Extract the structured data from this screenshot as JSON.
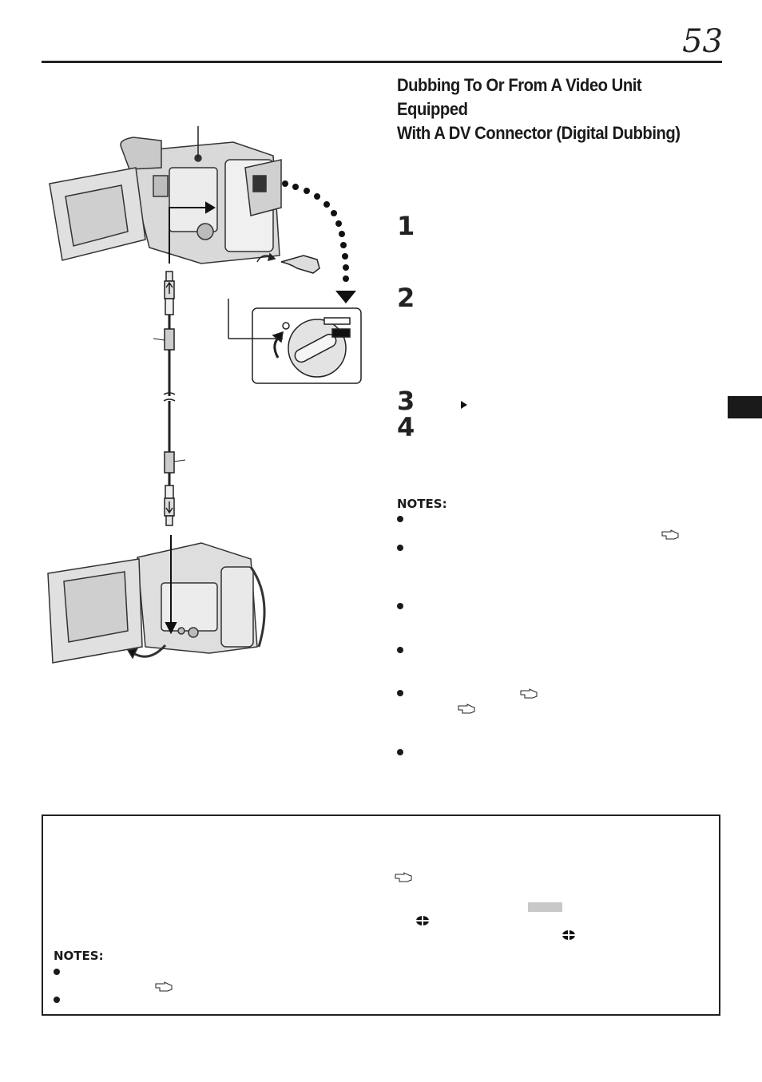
{
  "page": {
    "number": "53"
  },
  "heading": {
    "title_line1": "Dubbing To Or From A Video Unit Equipped",
    "title_line2": "With A DV Connector (Digital Dubbing)"
  },
  "steps": [
    {
      "num": "1"
    },
    {
      "num": "2"
    },
    {
      "num": "3"
    },
    {
      "num": "4"
    }
  ],
  "notes": {
    "heading": "NOTES:"
  },
  "box": {
    "notes_heading": "NOTES:"
  },
  "icons": {
    "play": "play-triangle-icon",
    "reference": "pointing-hand-icon",
    "target": "crosshair-circle-icon"
  }
}
